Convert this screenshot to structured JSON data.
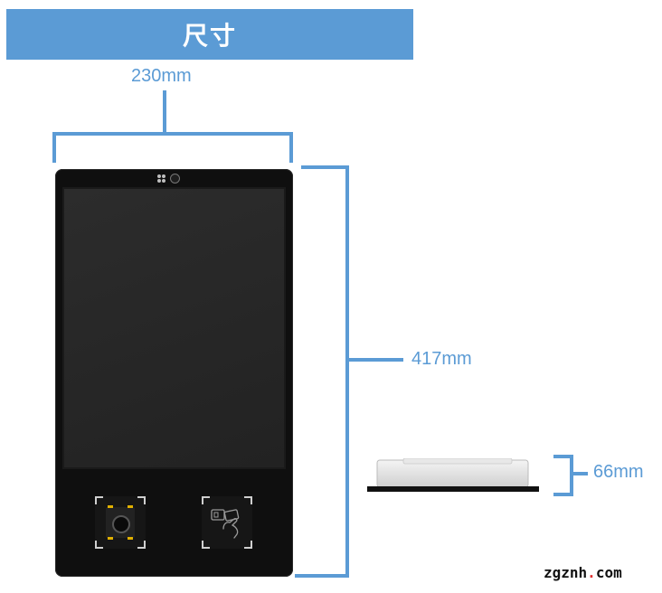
{
  "header": {
    "title": "尺寸"
  },
  "dimensions": {
    "width": "230mm",
    "height": "417mm",
    "depth": "66mm"
  },
  "watermark": {
    "left": "zgznh",
    "dot": ".",
    "right": "com"
  },
  "colors": {
    "accent": "#5b9bd5",
    "device": "#0f0f0f"
  }
}
